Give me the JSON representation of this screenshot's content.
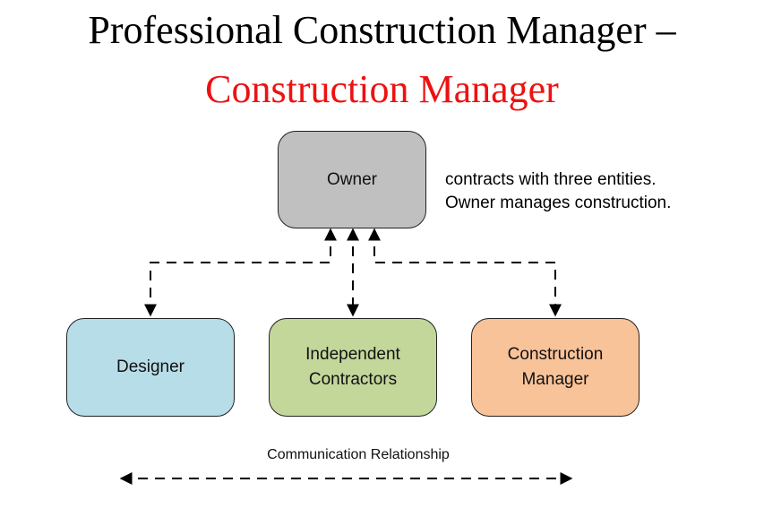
{
  "title": {
    "line1": "Professional Construction Manager –",
    "line2": "Construction Manager",
    "line2_color": "#ee1111"
  },
  "nodes": {
    "owner": {
      "label": "Owner",
      "color": "#c0c0c0"
    },
    "designer": {
      "label": "Designer",
      "color": "#b7dde8"
    },
    "contractors": {
      "label": "Independent\nContractors",
      "color": "#c4d79b"
    },
    "construction_manager": {
      "label": "Construction\nManager",
      "color": "#f9c39a"
    }
  },
  "description": {
    "line1": "contracts with three entities.",
    "line2": "Owner manages construction."
  },
  "legend": {
    "label": "Communication Relationship",
    "line_style": "dashed double-headed arrow"
  }
}
